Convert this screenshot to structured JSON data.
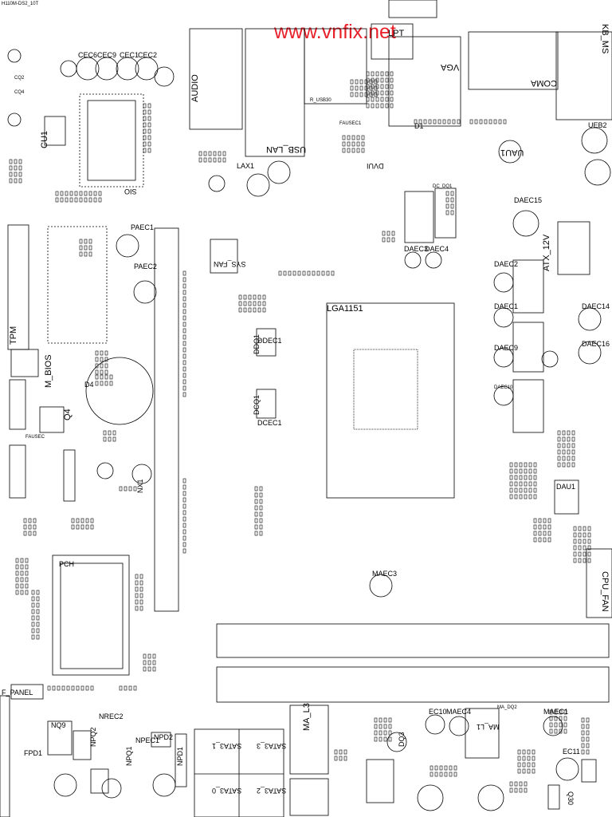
{
  "header": {
    "doc_id": "H110M-DS2_10T"
  },
  "watermark": {
    "text": "www.vnfix.net",
    "color": "#e8202a"
  },
  "labels": {
    "lpt": "LPT",
    "vga": "VGA",
    "kb_ms": "KB_MS",
    "coma": "COMA",
    "audio": "AUDIO",
    "r_usb30": "R_USB30",
    "usb_lan": "USB_LAN",
    "lax1": "LAX1",
    "fausec1": "FAUSEC1",
    "d1": "D1",
    "uau1": "UAU1",
    "ueb2": "UEB2",
    "dvui": "DVUI",
    "cec6": "CEC6",
    "cec9": "CEC9",
    "cec1": "CEC1",
    "cec2": "CEC2",
    "cq2": "CQ2",
    "cq4": "CQ4",
    "cu1": "CU1",
    "sio": "SIO",
    "daec15": "DAEC15",
    "atx_12v": "ATX_12V",
    "daec2": "DAEC2",
    "daec1": "DAEC1",
    "daec14": "DAEC14",
    "daec9": "DAEC9",
    "daec16": "DAEC16",
    "daec10": "DAEC10",
    "daec3": "DAEC3",
    "daec4": "DAEC4",
    "tpm": "TPM",
    "paec1": "PAEC1",
    "paec2": "PAEC2",
    "sys_fan": "SYS_FAN",
    "lga1151": "LGA1151",
    "ddec1": "DDEC1",
    "dcec1": "DCEC1",
    "m_bios": "M_BIOS",
    "d4": "D4",
    "q4": "Q4",
    "fausec": "FAUSEC",
    "nx1": "NX1",
    "pch": "PCH",
    "maec3": "MAEC3",
    "dau1": "DAU1",
    "cpu_fan": "CPU_FAN",
    "f_panel": "F_PANEL",
    "nq9": "NQ9",
    "fpd1": "FPD1",
    "nrec2": "NREC2",
    "npq2": "NPQ2",
    "npq1": "NPQ1",
    "npec1": "NPEC1",
    "npd2": "NPD2",
    "npd1": "NPD1",
    "sata3_1": "SATA3_1",
    "sata3_3": "SATA3_3",
    "sata3_0": "SATA3_0",
    "sata3_2": "SATA3_2",
    "ma_l3": "MA_L3",
    "ec10": "EC10",
    "maec4": "MAEC4",
    "maec1": "MAEC1",
    "ec11": "EC11",
    "q30": "Q30",
    "ma_l1": "MA_L1",
    "ma_dq2": "MA_DQ2",
    "dq3": "DQ3",
    "ddq1": "DDQ1",
    "dcq1": "DCQ1",
    "dc_dq1": "DC_DQ1"
  },
  "colors": {
    "ink": "#000000",
    "paper": "#ffffff",
    "watermark": "#e8202a"
  }
}
